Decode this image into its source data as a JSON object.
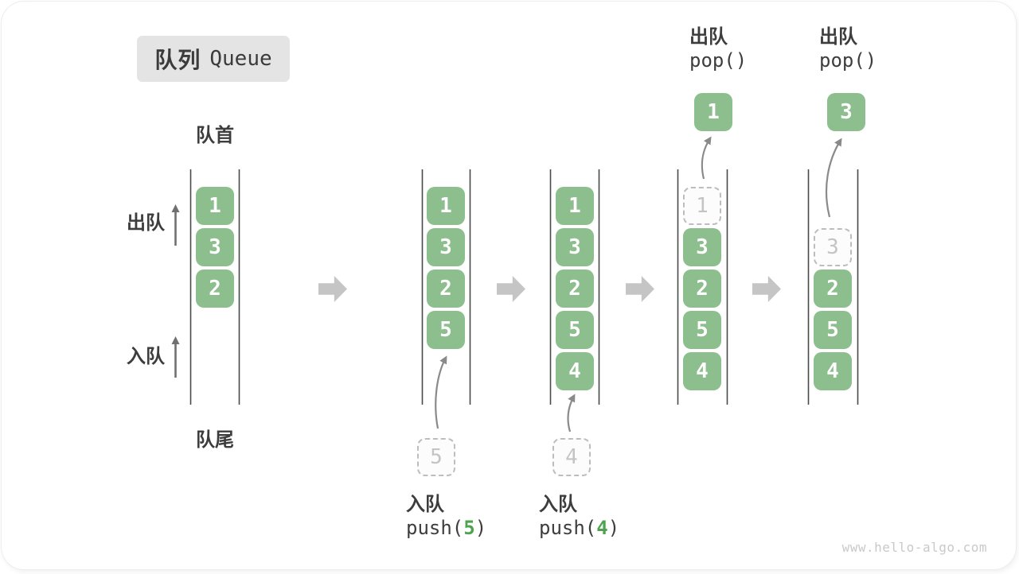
{
  "title": {
    "zh": "队列",
    "en": "Queue"
  },
  "labels": {
    "front": "队首",
    "rear": "队尾",
    "dequeue": "出队",
    "enqueue": "入队"
  },
  "watermark": "www.hello-algo.com",
  "colors": {
    "cell_green": "#8dbe8d",
    "arg_green": "#4ea44e",
    "text_dark": "#3d3d3d",
    "wall_gray": "#4a4a4a",
    "curve_arrow_gray": "#8a8a8a",
    "block_arrow_gray": "#c5c5c5",
    "ghost_border": "#bdbdbd",
    "ghost_text": "#c4c4c4",
    "title_bg": "#e4e4e4",
    "watermark_gray": "#c9c9c9"
  },
  "states": [
    {
      "name": "initial",
      "boxes": [
        {
          "value": "1"
        },
        {
          "value": "3"
        },
        {
          "value": "2"
        }
      ]
    },
    {
      "name": "after-push-5",
      "boxes": [
        {
          "value": "1"
        },
        {
          "value": "3"
        },
        {
          "value": "2"
        },
        {
          "value": "5"
        }
      ],
      "incoming": "5",
      "op": {
        "action": "入队",
        "fn": "push(",
        "arg": "5",
        "close": ")"
      }
    },
    {
      "name": "after-push-4",
      "boxes": [
        {
          "value": "1"
        },
        {
          "value": "3"
        },
        {
          "value": "2"
        },
        {
          "value": "5"
        },
        {
          "value": "4"
        }
      ],
      "incoming": "4",
      "op": {
        "action": "入队",
        "fn": "push(",
        "arg": "4",
        "close": ")"
      }
    },
    {
      "name": "after-pop-1",
      "ghost": "1",
      "boxes": [
        {
          "value": "3"
        },
        {
          "value": "2"
        },
        {
          "value": "5"
        },
        {
          "value": "4"
        }
      ],
      "popped": "1",
      "op": {
        "action": "出队",
        "fn": "pop()"
      }
    },
    {
      "name": "after-pop-3",
      "ghost": "3",
      "boxes": [
        {
          "value": "2"
        },
        {
          "value": "5"
        },
        {
          "value": "4"
        }
      ],
      "popped": "3",
      "op": {
        "action": "出队",
        "fn": "pop()"
      }
    }
  ]
}
